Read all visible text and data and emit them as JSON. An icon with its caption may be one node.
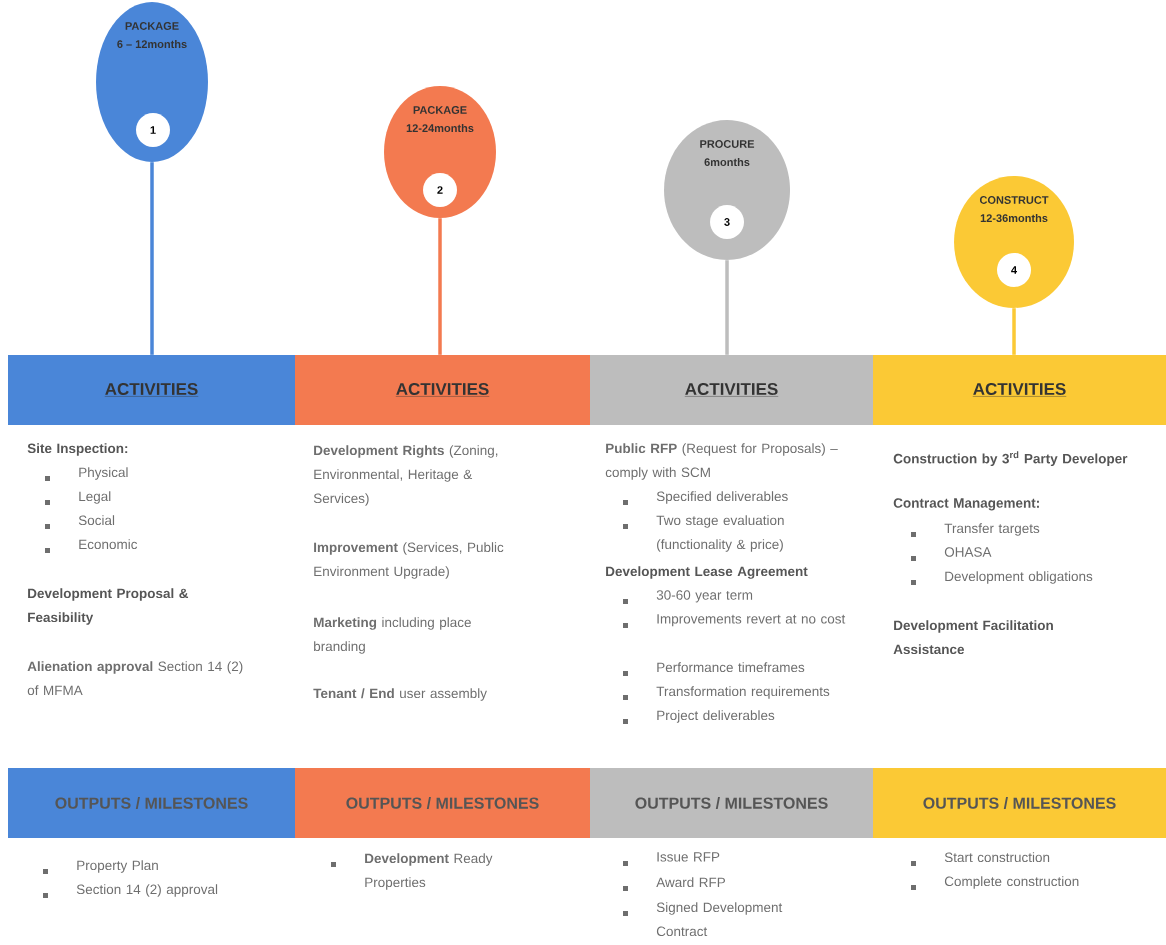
{
  "diagram": {
    "nodes": [
      {
        "text": [
          "PACKAGE",
          "6 – 12months"
        ]
      },
      {
        "text": [
          "PACKAGE",
          "12-24months"
        ]
      },
      {
        "text": [
          "PROCURE",
          "6months"
        ]
      },
      {
        "text": [
          "CONSTRUCT",
          "12-36months"
        ]
      },
      {
        "text": [
          "1"
        ],
        "in": 0
      },
      {
        "text": [
          "2"
        ],
        "in": 1
      },
      {
        "text": [
          "3"
        ],
        "in": 2
      },
      {
        "text": [
          "4"
        ],
        "in": 3
      },
      {
        "text": [
          "ACTIVITIES"
        ]
      },
      {
        "text": [
          "ACTIVITIES"
        ]
      },
      {
        "text": [
          "ACTIVITIES"
        ]
      },
      {
        "text": [
          "ACTIVITIES"
        ]
      },
      {
        "text": [
          "OUTPUTS / MILESTONES"
        ]
      },
      {
        "text": [
          "OUTPUTS / MILESTONES"
        ]
      },
      {
        "text": [
          "OUTPUTS / MILESTONES"
        ]
      },
      {
        "text": [
          "OUTPUTS / MILESTONES"
        ]
      }
    ],
    "edges": [
      {
        "from": 0,
        "to": 8,
        "arrow": "none",
        "color": "#4a86d8"
      },
      {
        "from": 1,
        "to": 9,
        "arrow": "none",
        "color": "#f37a50"
      },
      {
        "from": 2,
        "to": 10,
        "arrow": "none",
        "color": "#bdbdbd"
      },
      {
        "from": 3,
        "to": 11,
        "arrow": "none",
        "color": "#fbc935"
      }
    ],
    "labels": [
      "Site Inspection:",
      "Physical",
      "Legal",
      "Social",
      "Economic",
      "Development Proposal & Feasibility",
      "**Alienation approval** Section 14 (2) of MFMA",
      "**Development Rights** (Zoning, Environmental, Heritage & Services)",
      "**Improvement** (Services, Public Environment Upgrade)",
      "**Marketing** including place branding",
      "**Tenant / End** user assembly",
      "**Public RFP** (Request for Proposals) – comply with SCM",
      "Specified deliverables",
      "Two stage evaluation (functionality & price)",
      "Development Lease Agreement",
      "30-60 year term",
      "Improvements revert at no cost",
      "Performance timeframes",
      "Transformation requirements",
      "Project deliverables",
      "Construction by 3$^{rd}$ Party Developer",
      "Contract Management:",
      "Transfer targets",
      "OHASA",
      "Development obligations",
      "Development Facilitation Assistance",
      "Property Plan",
      "Section 14 (2) approval",
      "**Development** Ready Properties",
      "Issue RFP",
      "Award RFP",
      "Signed Development Contract",
      "Start construction",
      "Complete construction"
    ]
  }
}
